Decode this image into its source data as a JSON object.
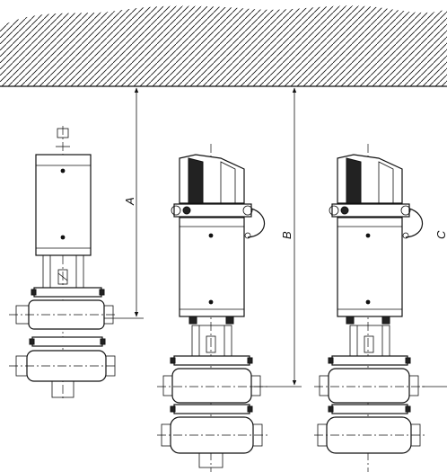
{
  "dimensions": {
    "a_label": "A",
    "b_label": "B",
    "c_label": "C"
  },
  "colors": {
    "line": "#111111",
    "background": "#ffffff"
  }
}
